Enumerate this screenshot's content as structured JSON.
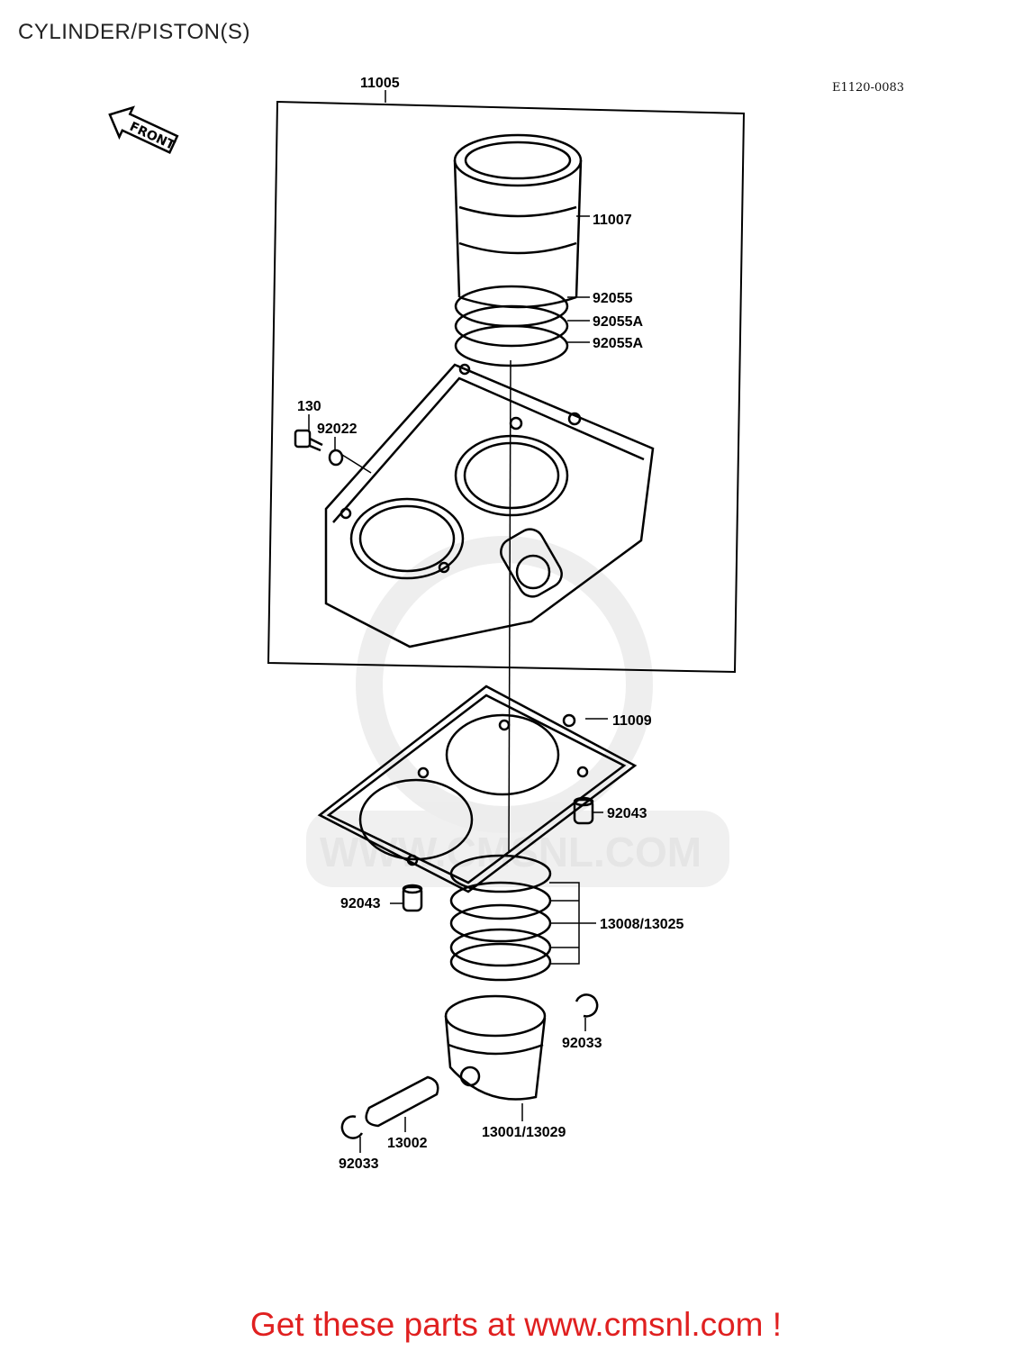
{
  "title": "CYLINDER/PISTON(S)",
  "ref_code": "E1120-0083",
  "front_badge": "FRONT",
  "watermark": "WWW.CMSNL.COM",
  "labels": {
    "p11005": "11005",
    "p11007": "11007",
    "p92055": "92055",
    "p92055a_1": "92055A",
    "p92055a_2": "92055A",
    "p130": "130",
    "p92022": "92022",
    "p11009": "11009",
    "p92043_right": "92043",
    "p92043_left": "92043",
    "p13008": "13008/13025",
    "p92033_right": "92033",
    "p13002": "13002",
    "p13001": "13001/13029",
    "p92033_left": "92033"
  },
  "promo_text": "Get these parts at www.cmsnl.com !",
  "colors": {
    "promo": "#e02020",
    "watermark": "#d0d0d0",
    "line": "#000000"
  }
}
